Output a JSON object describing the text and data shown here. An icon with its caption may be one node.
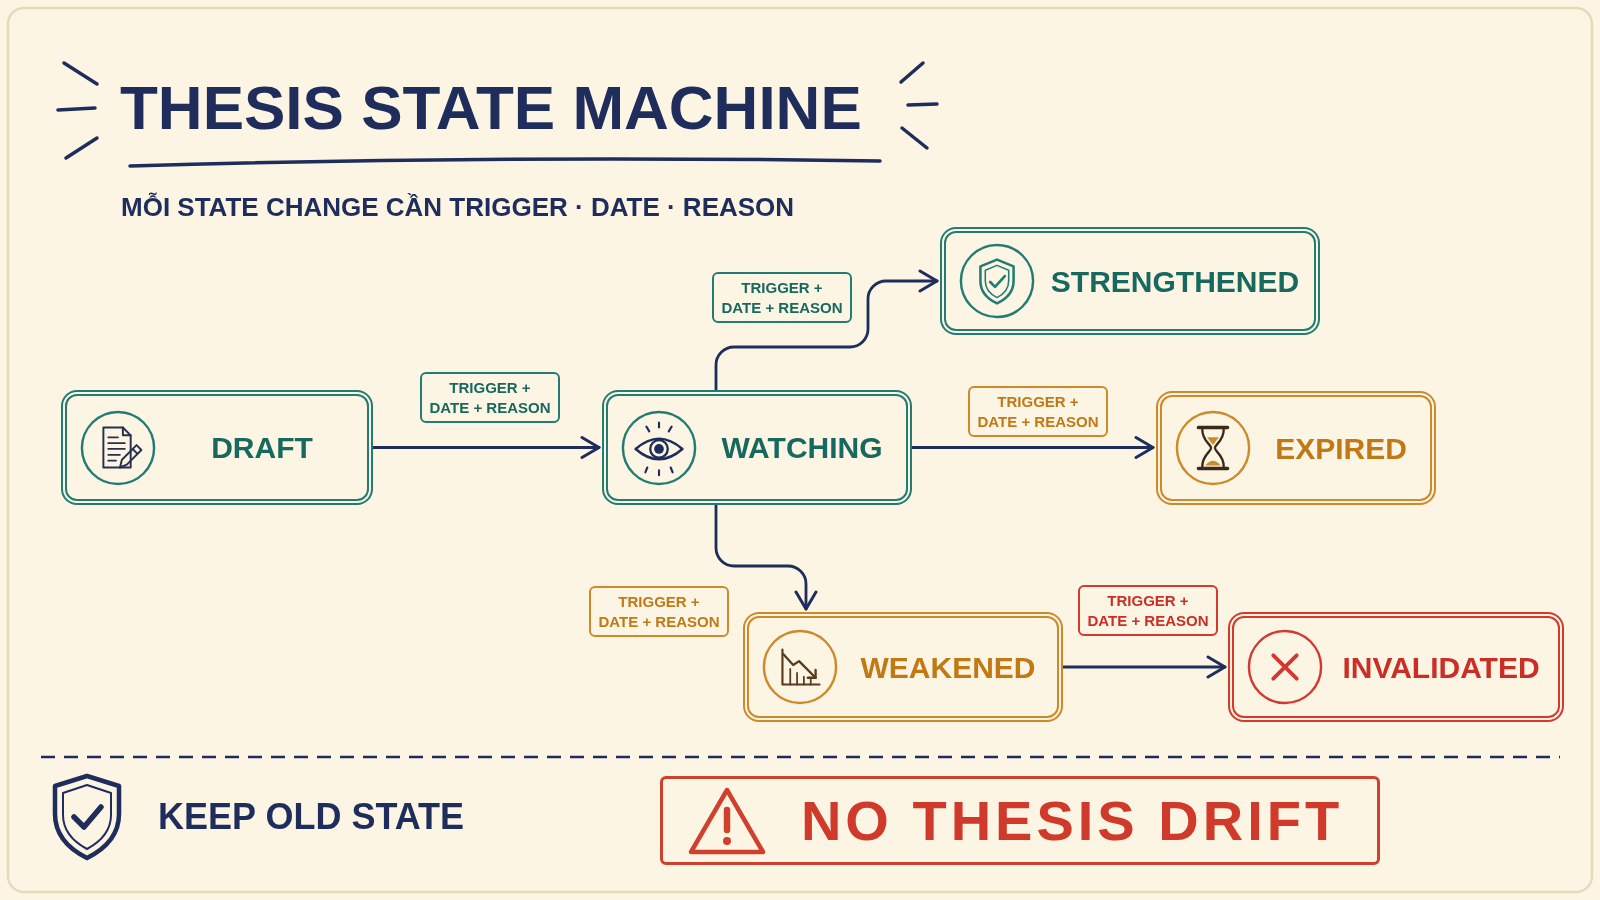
{
  "diagram": {
    "title": "THESIS STATE MACHINE",
    "nodes": [
      {
        "text": [
          "DRAFT"
        ]
      },
      {
        "text": [
          "WATCHING"
        ]
      },
      {
        "text": [
          "STRENGTHENED"
        ]
      },
      {
        "text": [
          "EXPIRED"
        ]
      },
      {
        "text": [
          "WEAKENED"
        ]
      },
      {
        "text": [
          "INVALIDATED"
        ]
      },
      {
        "text": [
          "NO THESIS DRIFT"
        ]
      }
    ],
    "edges": [
      {
        "from": 0,
        "to": 1,
        "arrow": "to",
        "label": "TRIGGER + DATE + REASON"
      },
      {
        "from": 1,
        "to": 2,
        "arrow": "to",
        "label": "TRIGGER + DATE + REASON"
      },
      {
        "from": 1,
        "to": 3,
        "arrow": "to",
        "label": "TRIGGER + DATE + REASON"
      },
      {
        "from": 1,
        "to": 4,
        "arrow": "to",
        "label": "TRIGGER + DATE + REASON"
      },
      {
        "from": 4,
        "to": 5,
        "arrow": "to",
        "label": "TRIGGER + DATE + REASON"
      }
    ],
    "labels": [
      "MỖI STATE CHANGE CẦN TRIGGER · DATE · REASON",
      "KEEP OLD STATE"
    ]
  }
}
